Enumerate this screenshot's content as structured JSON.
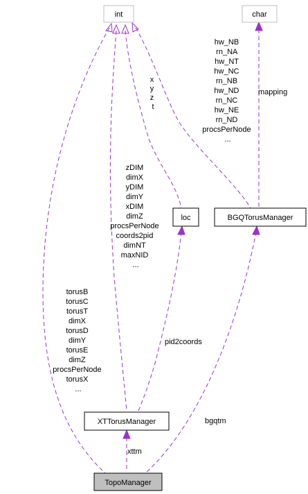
{
  "nodes": {
    "int": "int",
    "char": "char",
    "loc": "loc",
    "bgq": "BGQTorusManager",
    "xt": "XTTorusManager",
    "topo": "TopoManager"
  },
  "edge_labels": {
    "int_to_loc": [
      "x",
      "y",
      "z",
      "t"
    ],
    "int_to_bgq": [
      "hw_NB",
      "rn_NA",
      "hw_NT",
      "hw_NC",
      "rn_NB",
      "hw_ND",
      "rn_NC",
      "hw_NE",
      "rn_ND",
      "procsPerNode",
      "..."
    ],
    "char_to_bgq": [
      "mapping"
    ],
    "int_to_xt": [
      "zDIM",
      "dimX",
      "yDIM",
      "dimY",
      "xDIM",
      "dimZ",
      "procsPerNode",
      "coords2pid",
      "dimNT",
      "maxNID",
      "..."
    ],
    "loc_to_xt": [
      "pid2coords"
    ],
    "int_to_topo": [
      "torusB",
      "torusC",
      "torusT",
      "dimX",
      "torusD",
      "dimY",
      "torusE",
      "dimZ",
      "procsPerNode",
      "torusX",
      "..."
    ],
    "xt_to_topo": [
      "xttm"
    ],
    "bgq_to_topo": [
      "bgqtm"
    ]
  },
  "colors": {
    "edge": "#9a32cd",
    "current_node_fill": "#bfbfbf",
    "external_node_border": "#bfbfbf"
  }
}
